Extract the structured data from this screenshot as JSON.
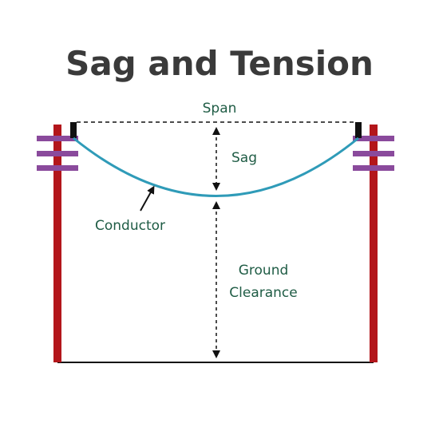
{
  "title": "Sag and Tension",
  "labels": {
    "span": "Span",
    "sag": "Sag",
    "conductor": "Conductor",
    "ground_clearance_line1": "Ground",
    "ground_clearance_line2": "Clearance"
  },
  "colors": {
    "title": "#3a3a3a",
    "label": "#1f5c45",
    "pole": "#b3161b",
    "crossarm": "#8a4a9c",
    "conductor": "#2f9bb8",
    "insulator": "#111111",
    "ground": "#111111",
    "dimension": "#111111"
  }
}
